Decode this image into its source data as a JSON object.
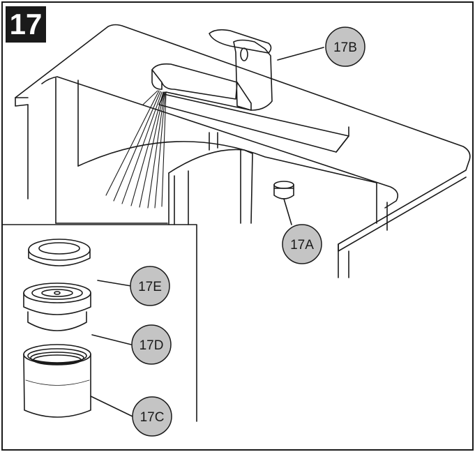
{
  "step": {
    "number": "17"
  },
  "callouts": [
    {
      "id": "b",
      "label": "17B"
    },
    {
      "id": "a",
      "label": "17A"
    },
    {
      "id": "e",
      "label": "17E"
    },
    {
      "id": "d",
      "label": "17D"
    },
    {
      "id": "c",
      "label": "17C"
    }
  ],
  "colors": {
    "line": "#1a1a1a",
    "callout_fill": "#c4c4c4",
    "badge": "#1a1a1a"
  }
}
